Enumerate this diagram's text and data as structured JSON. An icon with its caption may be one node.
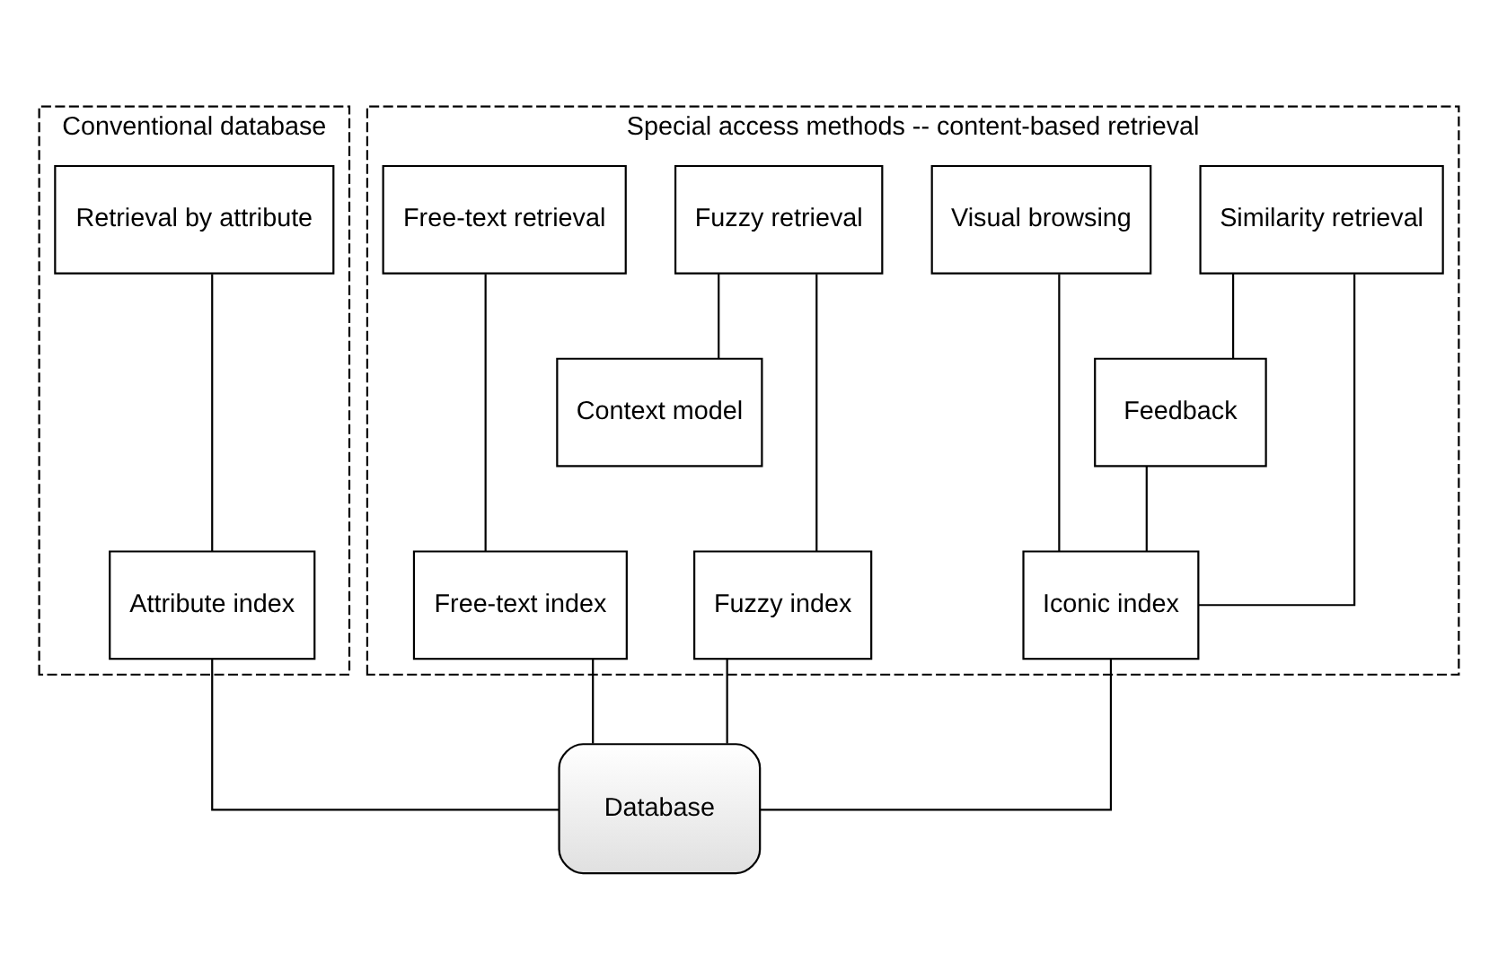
{
  "diagram": {
    "nodes": [
      {
        "text": [
          "Conventional database"
        ]
      },
      {
        "text": [
          "Retrieval by attribute"
        ],
        "in": 0
      },
      {
        "text": [
          "Attribute index"
        ],
        "in": 0
      },
      {
        "text": [
          "Special access methods -- content-based retrieval"
        ]
      },
      {
        "text": [
          "Similarity retrieval"
        ],
        "in": 3
      },
      {
        "text": [
          "Visual browsing"
        ],
        "in": 3
      },
      {
        "text": [
          "Fuzzy retrieval"
        ],
        "in": 3
      },
      {
        "text": [
          "Free-text retrieval"
        ],
        "in": 3
      },
      {
        "text": [
          "Feedback"
        ],
        "in": 3
      },
      {
        "text": [
          "Context model"
        ],
        "in": 3
      },
      {
        "text": [
          "Iconic index"
        ],
        "in": 3
      },
      {
        "text": [
          "Fuzzy index"
        ],
        "in": 3
      },
      {
        "text": [
          "Free-text index"
        ],
        "in": 3
      },
      {
        "text": [
          "Database"
        ]
      }
    ],
    "edges": [
      {
        "from": 1,
        "to": 2,
        "arrow": "none"
      },
      {
        "from": 4,
        "to": 8,
        "arrow": "none"
      },
      {
        "from": 4,
        "to": 10,
        "arrow": "none"
      },
      {
        "from": 5,
        "to": 10,
        "arrow": "none"
      },
      {
        "from": 6,
        "to": 9,
        "arrow": "none"
      },
      {
        "from": 6,
        "to": 11,
        "arrow": "none"
      },
      {
        "from": 7,
        "to": 12,
        "arrow": "none"
      },
      {
        "from": 8,
        "to": 10,
        "arrow": "none"
      },
      {
        "from": 2,
        "to": 13,
        "arrow": "none"
      },
      {
        "from": 10,
        "to": 13,
        "arrow": "none"
      },
      {
        "from": 11,
        "to": 13,
        "arrow": "none"
      },
      {
        "from": 12,
        "to": 13,
        "arrow": "none"
      }
    ]
  }
}
